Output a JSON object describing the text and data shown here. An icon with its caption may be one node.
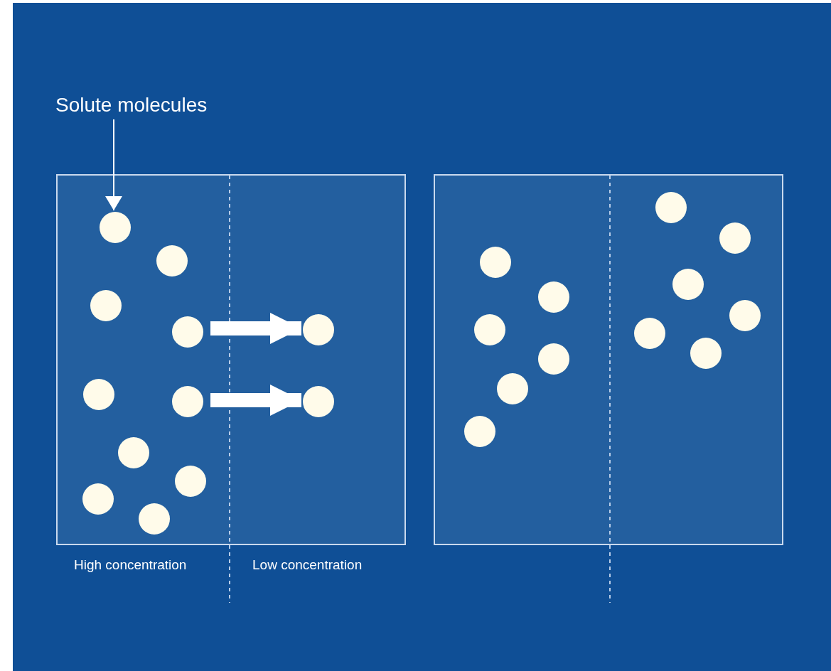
{
  "diagram": {
    "nodes": [
      {
        "text": [
          "Solute molecules"
        ]
      },
      {
        "text": [],
        "shape": "box"
      },
      {
        "text": [],
        "shape": "circle",
        "in": 1
      },
      {
        "text": [],
        "shape": "circle",
        "in": 1
      },
      {
        "text": [],
        "shape": "circle",
        "in": 1
      },
      {
        "text": [],
        "shape": "circle",
        "in": 1
      },
      {
        "text": [],
        "shape": "circle",
        "in": 1
      },
      {
        "text": [],
        "shape": "circle",
        "in": 1
      },
      {
        "text": [],
        "shape": "circle",
        "in": 1
      },
      {
        "text": [],
        "shape": "circle",
        "in": 1
      },
      {
        "text": [],
        "shape": "circle",
        "in": 1
      },
      {
        "text": [],
        "shape": "circle",
        "in": 1
      },
      {
        "text": [],
        "shape": "circle",
        "in": 1
      },
      {
        "text": [],
        "shape": "circle",
        "in": 1
      },
      {
        "text": [],
        "shape": "box"
      },
      {
        "text": [],
        "shape": "circle",
        "in": 14
      },
      {
        "text": [],
        "shape": "circle",
        "in": 14
      },
      {
        "text": [],
        "shape": "circle",
        "in": 14
      },
      {
        "text": [],
        "shape": "circle",
        "in": 14
      },
      {
        "text": [],
        "shape": "circle",
        "in": 14
      },
      {
        "text": [],
        "shape": "circle",
        "in": 14
      },
      {
        "text": [],
        "shape": "circle",
        "in": 14
      },
      {
        "text": [],
        "shape": "circle",
        "in": 14
      },
      {
        "text": [],
        "shape": "circle",
        "in": 14
      },
      {
        "text": [],
        "shape": "circle",
        "in": 14
      },
      {
        "text": [],
        "shape": "circle",
        "in": 14
      },
      {
        "text": [],
        "shape": "circle",
        "in": 14
      }
    ],
    "edges": [
      {
        "from": 0,
        "to": 2,
        "arrow": "to"
      },
      {
        "from": 6,
        "to": 5,
        "arrow": "to"
      },
      {
        "from": 8,
        "to": 9,
        "arrow": "to"
      }
    ],
    "labels": [
      "High concentration",
      "Low concentration"
    ]
  }
}
